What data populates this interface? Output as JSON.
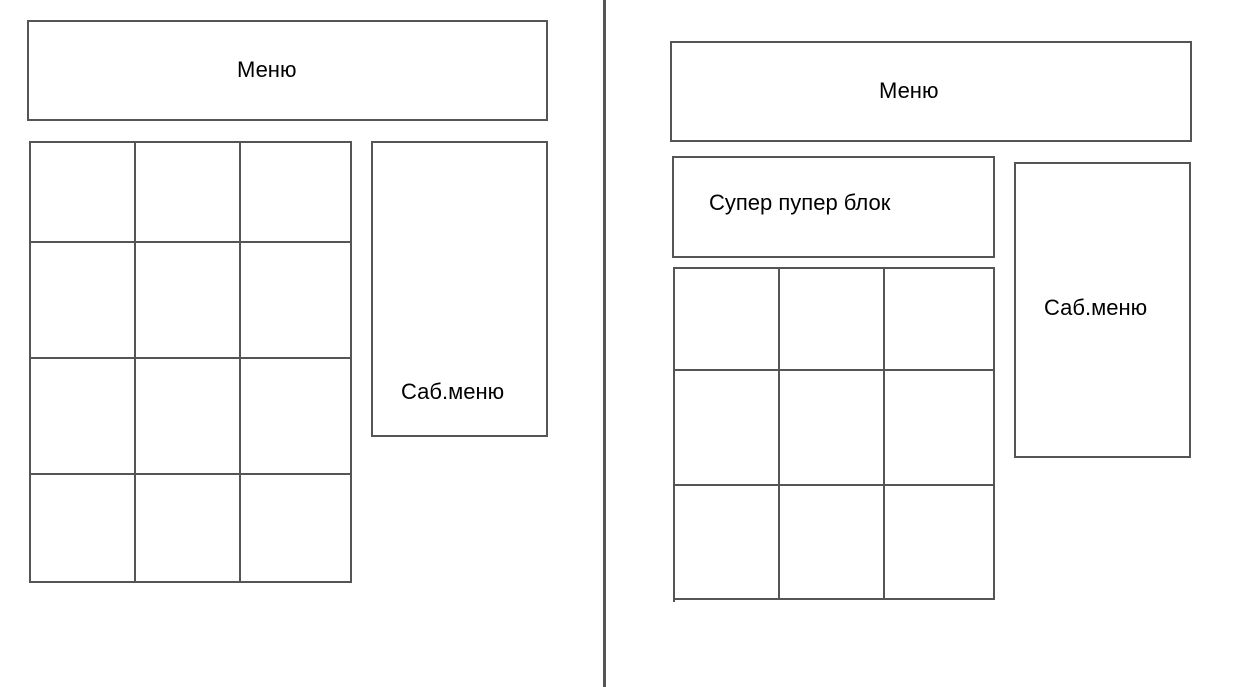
{
  "left_layout": {
    "menu_label": "Меню",
    "submenu_label": "Саб.меню"
  },
  "right_layout": {
    "menu_label": "Меню",
    "super_block_label": "Супер пупер блок",
    "submenu_label": "Саб.меню"
  },
  "colors": {
    "line": "#555555",
    "background": "#ffffff"
  }
}
